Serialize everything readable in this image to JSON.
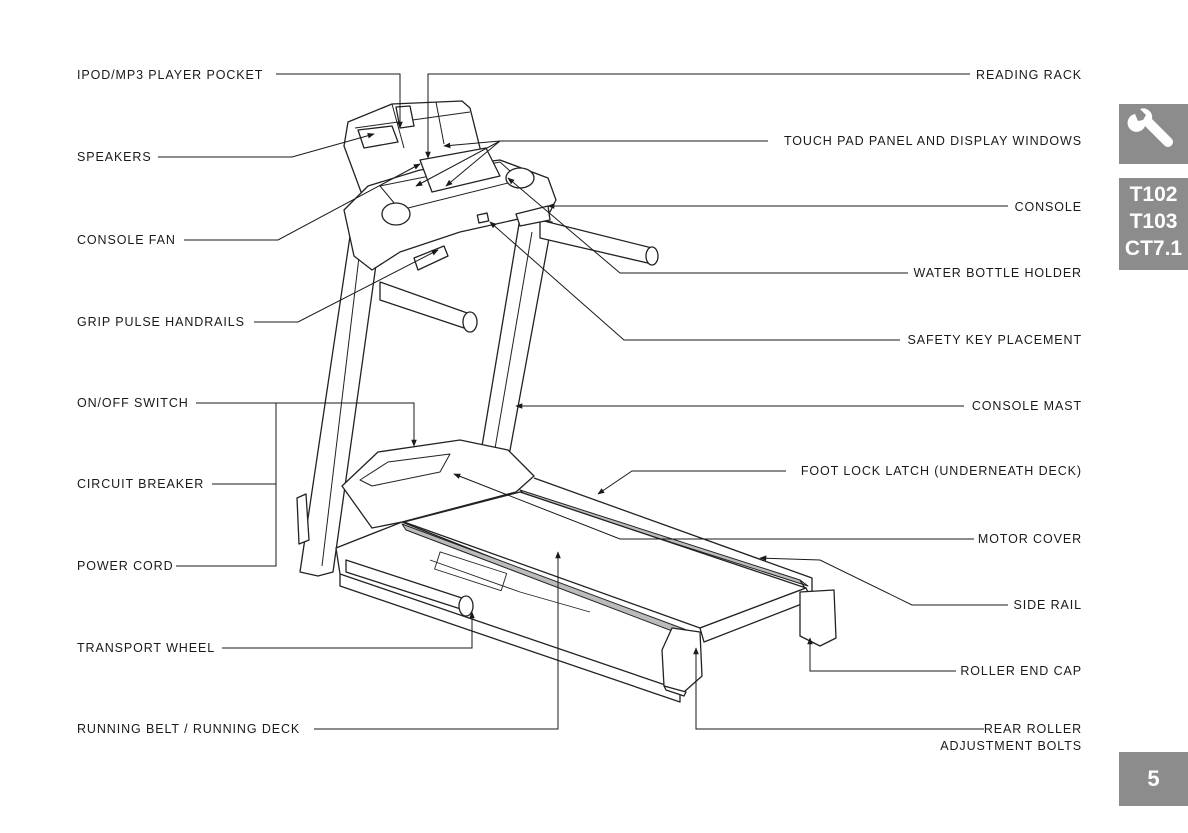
{
  "labels": {
    "ipod_pocket": "IPOD/MP3 PLAYER POCKET",
    "speakers": "SPEAKERS",
    "console_fan": "CONSOLE FAN",
    "grip_pulse": "GRIP PULSE HANDRAILS",
    "onoff_switch": "ON/OFF SWITCH",
    "circuit_breaker": "CIRCUIT BREAKER",
    "power_cord": "POWER CORD",
    "transport_wheel": "TRANSPORT WHEEL",
    "running_belt": "RUNNING BELT / RUNNING DECK",
    "reading_rack": "READING RACK",
    "touch_pad": "TOUCH PAD PANEL AND DISPLAY WINDOWS",
    "console": "CONSOLE",
    "water_bottle": "WATER BOTTLE HOLDER",
    "safety_key": "SAFETY KEY PLACEMENT",
    "console_mast": "CONSOLE MAST",
    "foot_lock": "FOOT LOCK LATCH (UNDERNEATH DECK)",
    "motor_cover": "MOTOR COVER",
    "side_rail": "SIDE RAIL",
    "roller_end_cap": "ROLLER END CAP",
    "rear_roller_line1": "REAR ROLLER",
    "rear_roller_line2": "ADJUSTMENT BOLTS"
  },
  "side_tab": {
    "icon": "wrench-icon",
    "models": [
      "T102",
      "T103",
      "CT7.1"
    ],
    "page_number": "5"
  },
  "colors": {
    "tab_gray": "#8c8c8c",
    "line": "#1a1a1a"
  }
}
